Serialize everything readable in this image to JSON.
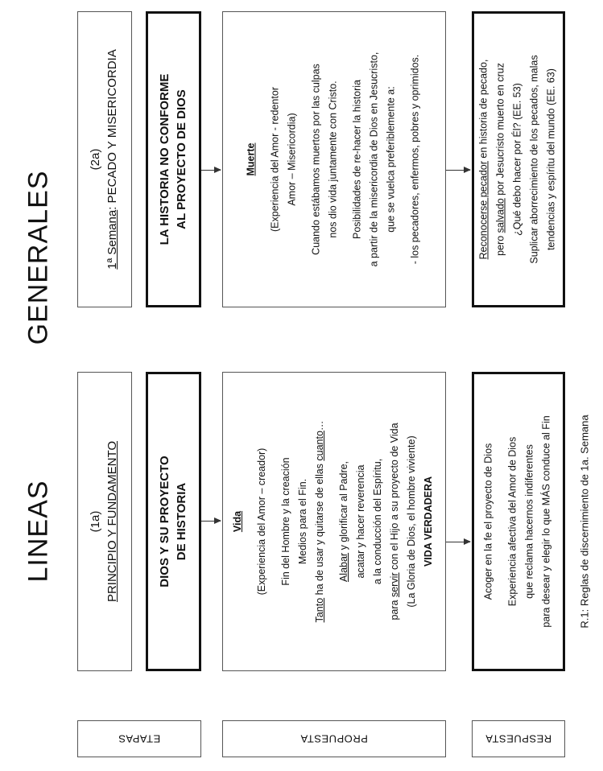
{
  "headings": {
    "lineas": "LINEAS",
    "generales": "GENERALES"
  },
  "side_labels": {
    "etapas": "ETAPAS",
    "propuesta": "PROPUESTA",
    "respuesta": "RESPUESTA"
  },
  "footer": "R.1: Reglas de discernimiento  de 1a. Semana",
  "col1": {
    "stage_code": "(1a)",
    "stage_title": "PRINCIPIO Y FUNDAMENTO",
    "theme_l1": "DIOS Y SU PROYECTO",
    "theme_l2": "DE HISTORIA",
    "propuesta": {
      "title": "Vida",
      "l1": "(Experiencia del Amor  – creador)",
      "l2": "Fin del Hombre  y la creación",
      "l3": "Medios  para el Fin.",
      "l4a": "Tanto",
      "l4b": " ha de usar y quitarse de ellas ",
      "l4c": "cuanto",
      "l4d": "…",
      "l5a": "Alabar",
      "l5b": " y glorificar al Padre,",
      "l6": "acatar y hacer reverencia",
      "l7": "a la conducción del Espíritu,",
      "l8a": "para ",
      "l8b": "servir",
      "l8c": " con el Hijo a su proyecto de Vida",
      "l9": "(La Gloria de Dios,  el hombre  viviente)",
      "l10": "VIDA VERDADERA"
    },
    "respuesta": {
      "l1": "Acoger en la fe el proyecto de Dios",
      "l2": "Experiencia afectiva del Amor de Dios",
      "l3": "que reclama hacernos  indiferentes",
      "l4": "para desear y elegir lo que MÁS conduce al Fin"
    }
  },
  "col2": {
    "stage_code": "(2a)",
    "stage_title_a": "1ª Semana",
    "stage_title_b": ":  PECADO Y MISERICORDIA",
    "theme_l1": "LA HISTORIA NO CONFORME",
    "theme_l2": "AL PROYECTO DE DIOS",
    "propuesta": {
      "title": "Muerte",
      "l1": "(Experiencia del Amor  - redentor",
      "l2": "Amor – Misericordia)",
      "l3": "Cuando estábamos  muertos por las culpas",
      "l4": "nos dio vida juntamente  con Cristo.",
      "l5": "Posibilidades de re-hacer  la historia",
      "l6": "a partir de la misericordia de Dios en Jesucristo,",
      "l7": "que se vuelca preferiblemente  a:",
      "l8": "- los pecadores,  enfermos,  pobres  y oprimidos."
    },
    "respuesta": {
      "l1a": "Reconocerse  pecador",
      "l1b": "  en historia de pecado,",
      "l2a": "pero ",
      "l2b": "salvado",
      "l2c": "  por  Jesucristo muerto en cruz",
      "l3": "¿Qué debo  hacer por Él? (EE. 53)",
      "l4": "Suplicar aborrecimiento de los pecados,  malas",
      "l5": "tendencias  y espíritu del mundo (EE. 63)"
    }
  }
}
